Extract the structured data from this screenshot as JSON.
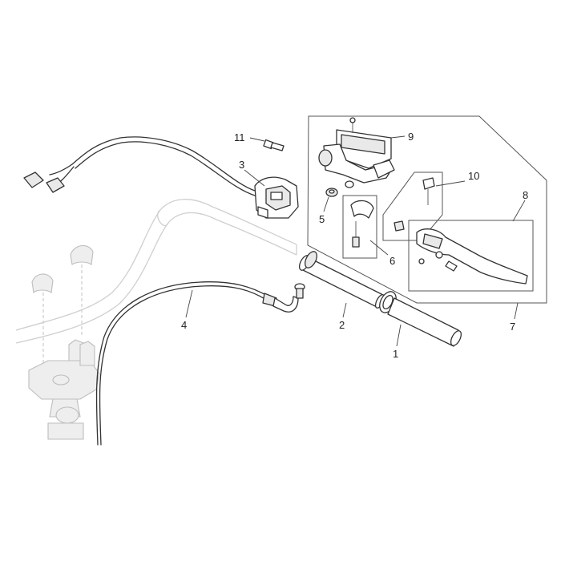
{
  "callouts": [
    {
      "id": "c1",
      "text": "1"
    },
    {
      "id": "c2",
      "text": "2"
    },
    {
      "id": "c3",
      "text": "3"
    },
    {
      "id": "c4",
      "text": "4"
    },
    {
      "id": "c5",
      "text": "5"
    },
    {
      "id": "c6",
      "text": "6"
    },
    {
      "id": "c7",
      "text": "7"
    },
    {
      "id": "c8",
      "text": "8"
    },
    {
      "id": "c9",
      "text": "9"
    },
    {
      "id": "c10",
      "text": "10"
    },
    {
      "id": "c11",
      "text": "11"
    }
  ],
  "colors": {
    "ink": "#333333",
    "ghost": "#cfcfcf",
    "fill": "#e9e9e9",
    "background": "#ffffff"
  }
}
